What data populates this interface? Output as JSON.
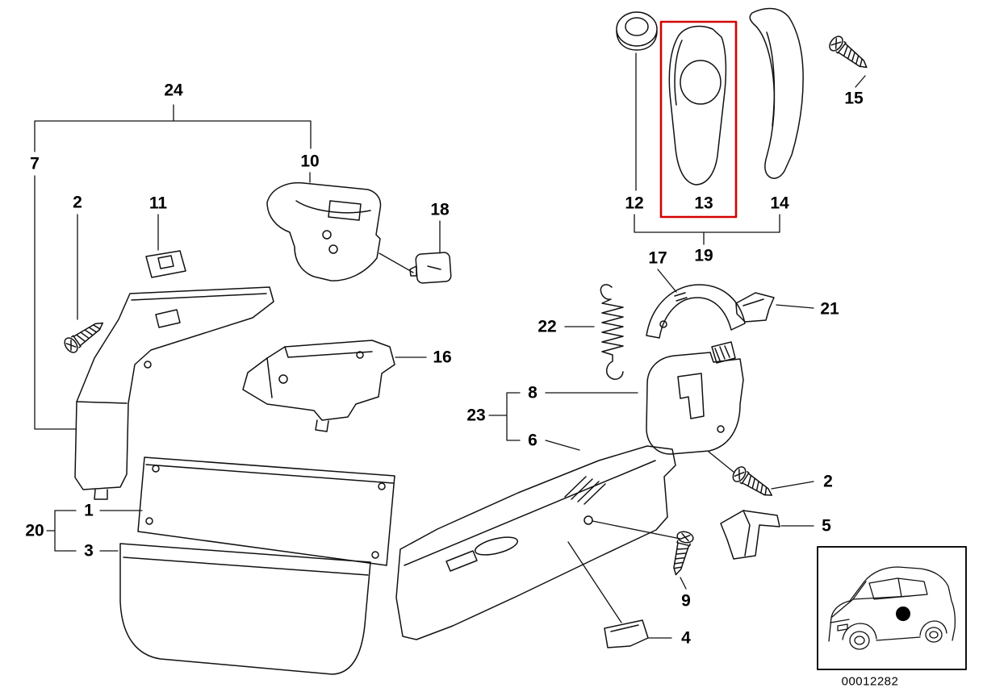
{
  "page": {
    "background": "#ffffff"
  },
  "diagram": {
    "highlight_color": "#d40000",
    "highlighted_label": "13",
    "image_code": "00012282",
    "labels": [
      {
        "text": "24"
      },
      {
        "text": "7"
      },
      {
        "text": "2"
      },
      {
        "text": "11"
      },
      {
        "text": "10"
      },
      {
        "text": "18"
      },
      {
        "text": "16"
      },
      {
        "text": "1"
      },
      {
        "text": "20"
      },
      {
        "text": "3"
      },
      {
        "text": "12"
      },
      {
        "text": "13"
      },
      {
        "text": "14"
      },
      {
        "text": "19"
      },
      {
        "text": "15"
      },
      {
        "text": "17"
      },
      {
        "text": "22"
      },
      {
        "text": "21"
      },
      {
        "text": "8"
      },
      {
        "text": "23"
      },
      {
        "text": "6"
      },
      {
        "text": "2"
      },
      {
        "text": "5"
      },
      {
        "text": "9"
      },
      {
        "text": "4"
      }
    ]
  }
}
